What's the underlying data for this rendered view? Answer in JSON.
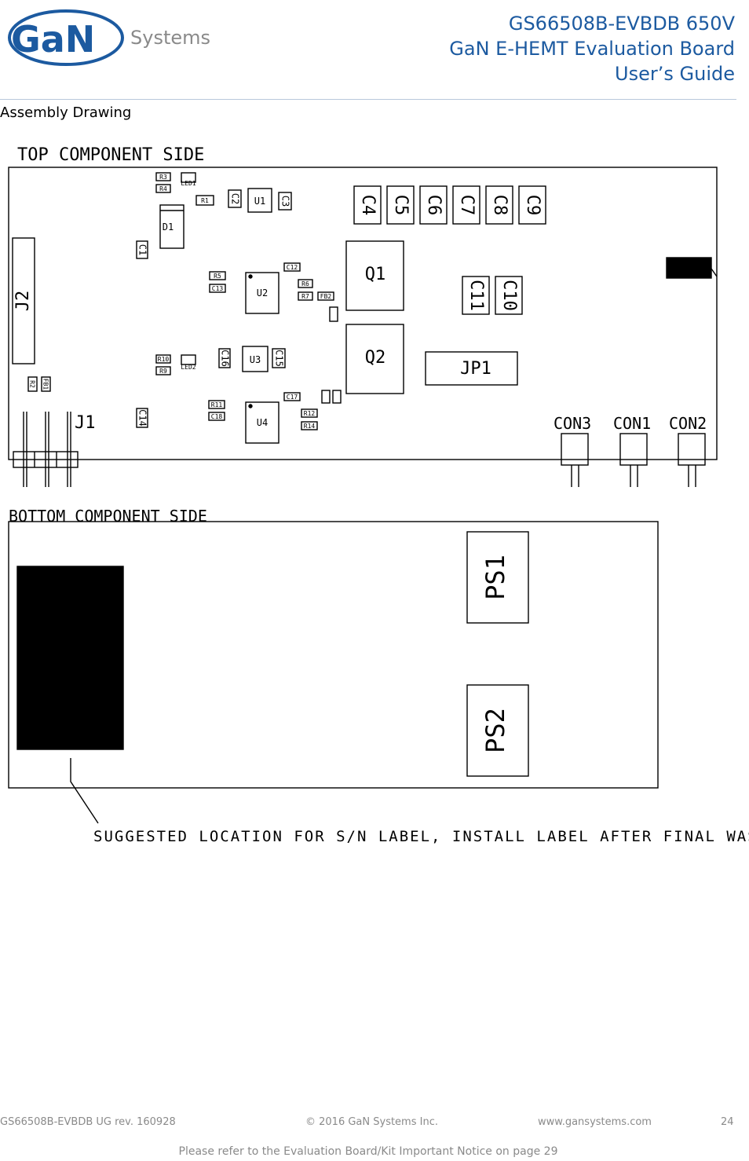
{
  "header": {
    "logo_brand": "GaN",
    "logo_sub": "Systems",
    "title_line1": "GS66508B-EVBDB 650V",
    "title_line2": "GaN E-HEMT Evaluation Board",
    "title_line3": "User’s Guide"
  },
  "section_title": "Assembly Drawing",
  "drawing": {
    "top_side_label": "TOP COMPONENT SIDE",
    "bottom_side_label": "BOTTOM COMPONENT SIDE",
    "sn_note": "SUGGESTED LOCATION FOR S/N LABEL, INSTALL LABEL AFTER FINAL WASH",
    "top_components": {
      "caps_row": [
        "C4",
        "C5",
        "C6",
        "C7",
        "C8",
        "C9"
      ],
      "q1": "Q1",
      "q2": "Q2",
      "jp1": "JP1",
      "c11": "C11",
      "c10": "C10",
      "j2": "J2",
      "j1": "J1",
      "con3": "CON3",
      "con1": "CON1",
      "con2": "CON2",
      "u1": "U1",
      "u2": "U2",
      "u3": "U3",
      "u4": "U4",
      "d1": "D1",
      "c1": "C1",
      "c2": "C2",
      "c3": "C3",
      "c12": "C12",
      "c13": "C13",
      "c14": "C14",
      "c15": "C15",
      "c16": "C16",
      "c17": "C17",
      "c18": "C18",
      "r1": "R1",
      "r3": "R3",
      "r4": "R4",
      "r5": "R5",
      "r6": "R6",
      "r7": "R7",
      "r9": "R9",
      "r10": "R10",
      "r11": "R11",
      "r12": "R12",
      "r14": "R14",
      "fb2": "FB2",
      "led1": "LED1",
      "led2": "LED2",
      "r2": "R2",
      "fb1": "FB1"
    },
    "bottom_components": {
      "ps1": "PS1",
      "ps2": "PS2"
    }
  },
  "footer": {
    "doc_id": "GS66508B-EVBDB UG rev. 160928",
    "copyright": "© 2016 GaN Systems Inc.",
    "website": "www.gansystems.com",
    "page_number": "24",
    "notice": "Please refer to the Evaluation Board/Kit Important Notice on page 29"
  }
}
